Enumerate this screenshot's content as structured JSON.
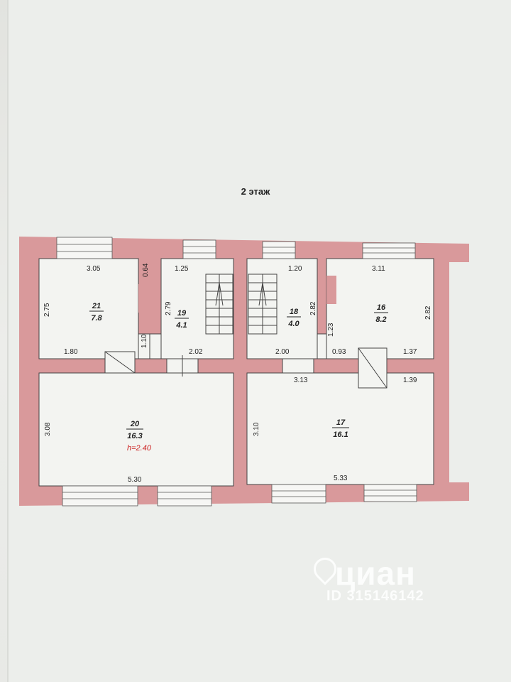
{
  "floor_title": "2 этаж",
  "rooms": [
    {
      "id": "21",
      "area": "7.8"
    },
    {
      "id": "19",
      "area": "4.1"
    },
    {
      "id": "18",
      "area": "4.0"
    },
    {
      "id": "16",
      "area": "8.2"
    },
    {
      "id": "20",
      "area": "16.3",
      "height": "h=2.40"
    },
    {
      "id": "17",
      "area": "16.1"
    }
  ],
  "dimensions": {
    "d_305": "3.05",
    "d_064": "0.64",
    "d_125": "1.25",
    "d_120": "1.20",
    "d_311": "3.11",
    "d_275": "2.75",
    "d_279": "2.79",
    "d_282a": "2.82",
    "d_282b": "2.82",
    "d_110": "1.10",
    "d_123": "1.23",
    "d_180": "1.80",
    "d_202": "2.02",
    "d_200": "2.00",
    "d_093": "0.93",
    "d_137": "1.37",
    "d_313": "3.13",
    "d_139": "1.39",
    "d_308": "3.08",
    "d_310": "3.10",
    "d_530": "5.30",
    "d_533": "5.33"
  },
  "watermark": {
    "brand": "циан",
    "id": "ID 315146142"
  },
  "colors": {
    "wall": "#d9999b",
    "room": "#f3f4f1",
    "height_label": "#cc2222"
  }
}
